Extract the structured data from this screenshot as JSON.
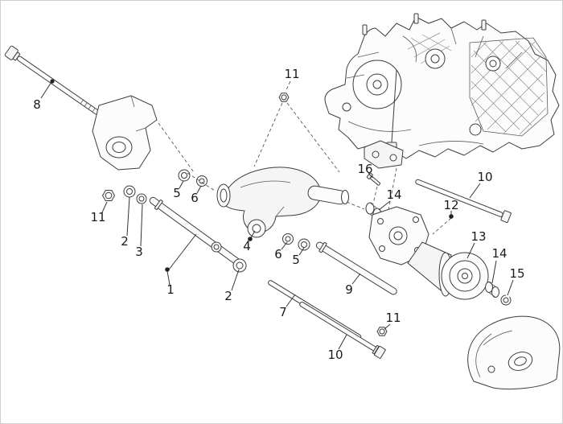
{
  "diagram": {
    "type": "exploded-parts-diagram",
    "colors": {
      "background": "#ffffff",
      "line": "#3d3d3d",
      "label": "#1a1a1a",
      "accent_fill": "#f5f5f5"
    },
    "callouts": [
      {
        "text": "8"
      },
      {
        "text": "11"
      },
      {
        "text": "16"
      },
      {
        "text": "14"
      },
      {
        "text": "10"
      },
      {
        "text": "12"
      },
      {
        "text": "13"
      },
      {
        "text": "14"
      },
      {
        "text": "15"
      },
      {
        "text": "11"
      },
      {
        "text": "2"
      },
      {
        "text": "3"
      },
      {
        "text": "5"
      },
      {
        "text": "6"
      },
      {
        "text": "4"
      },
      {
        "text": "6"
      },
      {
        "text": "5"
      },
      {
        "text": "1"
      },
      {
        "text": "2"
      },
      {
        "text": "7"
      },
      {
        "text": "9"
      },
      {
        "text": "10"
      },
      {
        "text": "11"
      }
    ]
  }
}
